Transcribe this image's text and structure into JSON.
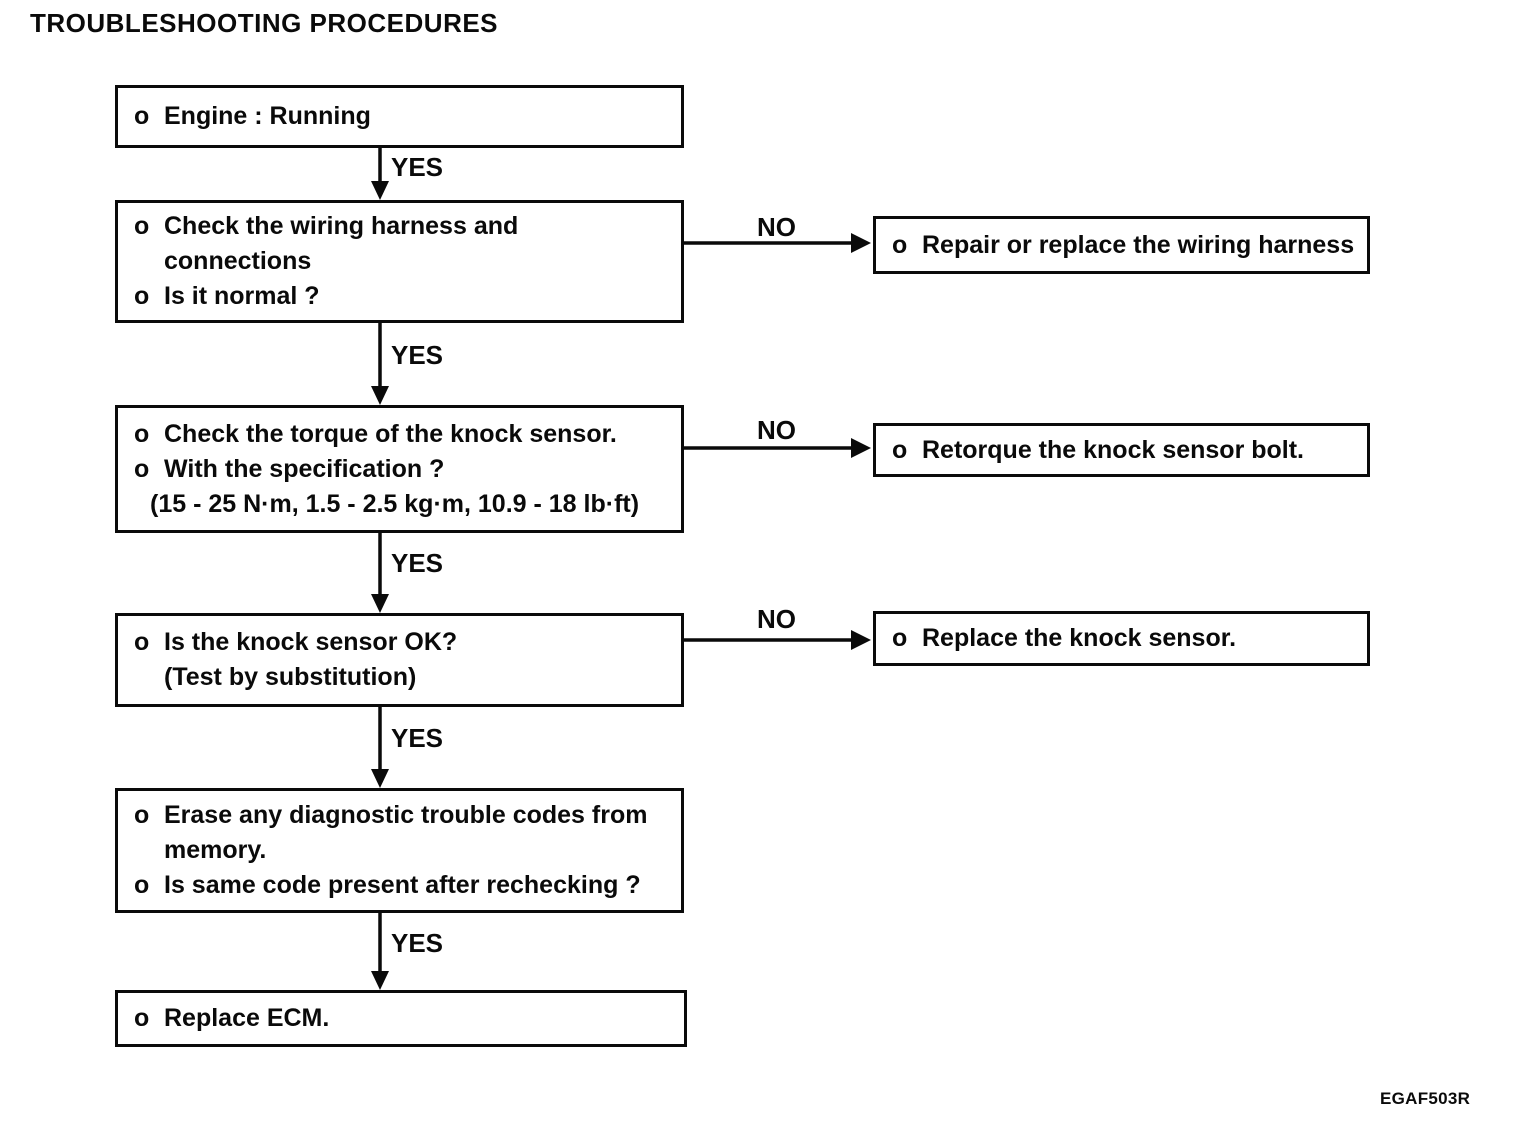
{
  "title": "TROUBLESHOOTING PROCEDURES",
  "bullet": "o",
  "labels": {
    "yes": "YES",
    "no": "NO"
  },
  "footer_code": "EGAF503R",
  "ink_color": "#0a0a0a",
  "steps": {
    "engine": {
      "line1": "Engine : Running"
    },
    "wiring": {
      "line1": "Check the wiring harness and",
      "line2": "connections",
      "line3": "Is it normal ?"
    },
    "torque": {
      "line1": "Check the torque of the knock sensor.",
      "line2": "With the specification ?",
      "line3": "(15 - 25 N·m, 1.5 - 2.5 kg·m, 10.9 - 18 lb·ft)"
    },
    "sensor": {
      "line1": "Is the knock sensor OK?",
      "line2": "(Test by substitution)"
    },
    "erase": {
      "line1": "Erase any diagnostic trouble codes from",
      "line2": "memory.",
      "line3": "Is same code present after rechecking ?"
    },
    "ecm": {
      "line1": "Replace ECM."
    }
  },
  "actions": {
    "repair": "Repair or replace the wiring harness",
    "retorque": "Retorque the knock sensor bolt.",
    "replace_sensor": "Replace the knock sensor."
  }
}
